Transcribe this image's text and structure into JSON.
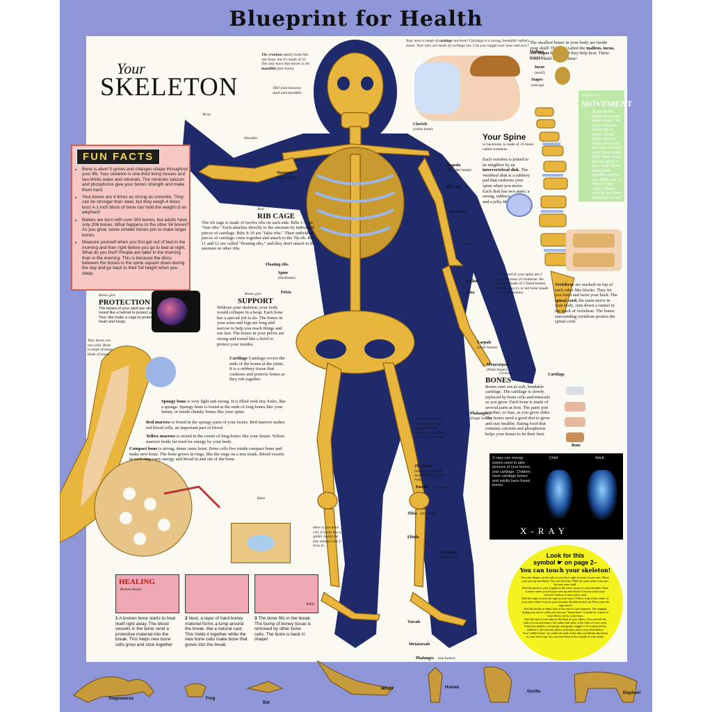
{
  "title": "Blueprint for Health",
  "heading": {
    "line1": "Your",
    "line2": "SKELETON"
  },
  "fun_facts": {
    "title": "FUN FACTS",
    "items": [
      "Bone is alive! It grows and changes shape throughout your life. Your skeleton is one-third living tissues and two-thirds water and minerals. The minerals calcium and phosphorus give your bones strength and make them hard.",
      "Your bones are 4 times as strong as concrete. They can be stronger than steel, but they weigh 4 times less! A 1-inch block of bone can hold the weight of an elephant!",
      "Babies are born with over 300 bones, but adults have only 206 bones. What happens to the other 94 bones? As you grow, some smaller bones join to make larger bones.",
      "Measure yourself when you first get out of bed in the morning and then right before you go to bed at night. What do you find? People are taller in the morning than in the evening. This is because the discs between the bones in the spine squash down during the day and go back to their full height when you sleep."
    ]
  },
  "protection": {
    "kicker": "Bones give",
    "title": "PROTECTION",
    "text": "The bones of your skull are strong and round like a helmet to protect your brain. Your ribs make a cage to protect your heart and lungs."
  },
  "support": {
    "kicker": "Bones give",
    "title": "SUPPORT",
    "text": "Without your skeleton, your body would collapse in a heap. Each bone has a special job to do. The bones in your arms and legs are long and narrow to help you reach things and run fast. The bones in your pelvis are strong and round like a bowl to protect your insides."
  },
  "rib_cage": {
    "kicker": "Your",
    "title": "RIB CAGE",
    "text": "The rib cage is made of twelve ribs on each side. Ribs 1-7 are \"true ribs.\" Each attaches directly to the sternum by individual pieces of cartilage. Ribs 8-10 are \"false ribs.\" Their individual pieces of cartilage come together and attach to the 7th rib. Ribs 11 and 12 are called \"floating ribs,\" and they don't attach to the sternum or other ribs."
  },
  "bone_section": {
    "side_note": "Your bones are not solid. Bone is made of many kinds of tissue.",
    "cartilage": "Cartilage covers the ends of the bones at the joints. It is a rubbery tissue that cushions and protects bones as they rub together.",
    "spongy_label": "Spongy bone",
    "spongy": "is very light and strong. It is filled with tiny holes, like a sponge. Spongy bone is found at the ends of long bones like your femur, or inside chunky bones like your spine.",
    "red_label": "Red marrow",
    "red": "is found in the spongy parts of your bones. Red marrow makes red blood cells, an important part of blood.",
    "yellow_label": "Yellow marrow",
    "yellow": "is stored in the center of long bones like your femur. Yellow marrow holds fat used for energy by your body.",
    "compact_label": "Compact bone",
    "compact": "is strong, dense outer bone. Bone cells live inside compact bone and make new bone. The bone grows in rings, like the rings on a tree trunk. Blood vessels in each ring carry energy and blood in and out of the bone.",
    "cell_note": "Here is one bone cell. It looks like a spider inside the tiny animal cave it lives in."
  },
  "healing": {
    "title": "HEALING",
    "subtitle": "Broken Bones",
    "steps": [
      {
        "num": "1",
        "text": "A broken bone starts to heal itself right away. The blood vessels in the bone send a protective material into the break. This helps new bone cells grow and stick together"
      },
      {
        "num": "2",
        "text": "Next, a layer of hard boney material forms a lump around the break, like a natural cast. This holds it together while the new bone cells make bone that grows into the break."
      },
      {
        "num": "3",
        "text": "The bone fills in the break. The bump of boney tissue is removed by other bone cells. The bone is back in shape!"
      }
    ]
  },
  "cranium_note": {
    "label": "The cranium",
    "text": "(skull) looks like one bone, but it's made of 22. The only bone that moves is the",
    "label2": "mandible",
    "text2": "(jaw bone)."
  },
  "tmj_note": "TMJ joint between skull and mandible",
  "cartilage_note": {
    "text": "Your nose is made of",
    "label": "cartilage",
    "text2": "not bone! Cartilage is a strong, bendable rubbery tissue. Your ears are made of cartilage too. Can you wiggle your nose and ears?"
  },
  "ear_bones": {
    "text": "The smallest bones in your body are inside your skull! They are called the",
    "labels": "malleus, incus,",
    "and": "and",
    "stapes": "stapes",
    "text2": "bones, and they help hear. These bones could fit on a dime!",
    "malleus": "Malleus",
    "malleus_sub": "(hammer)",
    "incus": "Incus",
    "incus_sub": "(anvil)",
    "stapes_lbl": "Stapes",
    "stapes_sub": "(stirrup)"
  },
  "movement": {
    "kicker": "Joints allow",
    "title": "MOVEMENT",
    "text": "A joint is the place where two bones meet. The joints between bones let us move. Some joints move in many directions, like your shoulder joint. Some joints don't move at all, like the joints in your skull. Some joints work together and let you bend over or hand in your spine. Where else do you have joints that move?"
  },
  "spine": {
    "title": "Your Spine",
    "subtitle": "or backbone, is made of 33 bones called vertebrae.",
    "text": "Each vertebra is joined to its neighbor by an",
    "label": "intervertebral disk.",
    "text2": "The vertebral disk is a rubbery pad that cushions your spine when you move. Each disk has two parts: a strong, rubbery outside and a jelly-like center.",
    "sacrum_note": "At the end of your spine are 2 more sections of vertebrae: the sacrum (made of 5 fused bones) and the coccyx or tail bone (made of 4 fused bones).",
    "vert_label": "Vertebrae",
    "vert_text": "are stacked on top of each other like blocks. They let you bend and twist your back. The",
    "cord_label": "spinal cord,",
    "cord_text": "the main nerve in your body, runs down a tunnel in the stack of vertebrae. The bones surrounding vertebrae protect the spinal cord."
  },
  "growing": {
    "kicker": "Growing",
    "title": "BONES",
    "text": "Bones start out as soft, bendable cartilage. The cartilage is slowly replaced by bone cells and minerals as you grow. Each bone is made of several parts at first. The parts join together, or fuse, as you grow older. The bones need a good diet to grow and stay healthy. Eating food that contains calcium and phosphorus helps your bones to be their best.",
    "cartilage_lbl": "Cartilage",
    "bone_lbl": "Bone"
  },
  "xray": {
    "text": "X-rays use energy waves used to take pictures of your bones and cartilage. Children have cartilage bones and adults have fused bones.",
    "child": "Child",
    "adult": "Adult",
    "title": "X-RAY"
  },
  "touch": {
    "line1": "Look for this",
    "line2a": "symbol",
    "line2b": "on page 2–",
    "line3": "You can touch your skeleton!",
    "bullets": [
      "Put your fingers on the side of your face right in front of your ears. Move your jaw up and down. You can feel your TMJ, the joint where your jaw fits into your skull.",
      "Find the point of your scapula at the outer corner of your shoulder. Does it move when you lift your arm up and down? Can you touch your clavicle? Follow it from end to end.",
      "Feel the edge of your rib cage at your waist. Follow it up to the center of your chest where it joins your sternum. Breathe in and out. Does your rib cage move?",
      "Feel the knobs at either side of the end of your humerus. The tingling feeling you notice when you hit your \"funny bone\" is made by a nerve at your elbow, not by your bone.",
      "Feel the end of your ulna at the back of your elbow. You can feel the ends of your arm bones, the radius and ulna, at the sides of your wrist.",
      "Find your patella, or kneecap, and gently wiggle it. It's connected by tendons to the muscles above your knee and to your tibia below.",
      "Your \"ankle bones\" are really the ends of the tibia and fibula, the bones in your lower leg. You can feel them at the outside of your ankle."
    ]
  },
  "labels": {
    "wrist": "Wrist",
    "shoulder": "Shoulder",
    "clavicle": "Clavicle",
    "clavicle_sub": "(collar bone)",
    "scapula": "Scapula",
    "scapula_sub": "(shoulder blade)",
    "rib_cage": "Rib cage",
    "sternum": "Sternum",
    "sternum_sub": "(breast bone)",
    "humerus": "Humerus",
    "elbow": "Elbow",
    "floating_ribs": "Floating ribs",
    "spine": "Spine",
    "spine_sub": "(backbone)",
    "pelvis": "Pelvis",
    "radius": "Radius",
    "ulna": "Ulna",
    "carpals": "Carpals",
    "carpals_sub": "(wrist bones)",
    "metacarpals": "Metacarpals",
    "metacarpals_sub": "(Palm bones)",
    "phalanges": "Phalanges",
    "phalanges_sub": "(finger bones)",
    "hand_note": "Each hand has 27 bones. Over one quarter of the bones in your body are in your hands!",
    "femur": "The femur",
    "femur_sub": "(thigh bone) is the largest bone in your body.",
    "patella": "Patella",
    "patella_sub": "(kneecap)",
    "knee": "Knee",
    "tibia": "Tibia",
    "tibia_sub": "(shin bone)",
    "fibula": "Fibula",
    "calcaneus": "Calcaneus",
    "calcaneus_sub": "(heel bone)",
    "ankle": "Ankle",
    "tarsals": "Tarsals",
    "metatarsals": "Metatarsals",
    "phalanges_toe": "Phalanges",
    "phalanges_toe_sub": "(toe bones)"
  },
  "animals": [
    "Stegosaurus",
    "Frog",
    "Bat",
    "Whale",
    "Human",
    "Gorilla",
    "Elephant"
  ],
  "colors": {
    "frame": "#8f96d8",
    "bone": "#e8b63c",
    "bone_dark": "#a6751b",
    "body": "#1f2a6b",
    "paper": "#fbfaf2"
  }
}
